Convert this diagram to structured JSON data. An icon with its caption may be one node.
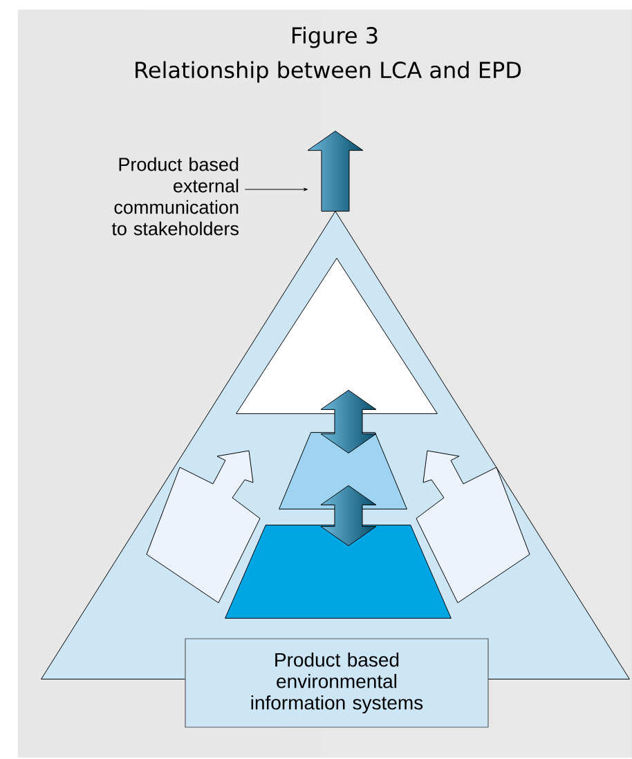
{
  "diagram": {
    "title": "Relationship between LCA and EPD",
    "nodes": [
      {
        "text": [],
        "shape": "triangle"
      },
      {
        "text": [],
        "shape": "triangle",
        "in": 0
      },
      {
        "text": [],
        "shape": "trapezoid",
        "in": 0
      },
      {
        "text": [],
        "shape": "trapezoid",
        "in": 0
      },
      {
        "text": [
          "Product based environmental information systems"
        ]
      },
      {
        "text": [
          "Product based external communication to stakeholders"
        ]
      }
    ],
    "edges": [
      {
        "from": 0,
        "to": null,
        "arrow": "to",
        "style": "thick"
      },
      {
        "from": 1,
        "to": 2,
        "arrow": "both",
        "style": "thick"
      },
      {
        "from": 2,
        "to": 3,
        "arrow": "both",
        "style": "thick"
      },
      {
        "from": 5,
        "to": null,
        "arrow": "to"
      }
    ],
    "labels": [
      "Figure 3"
    ]
  }
}
